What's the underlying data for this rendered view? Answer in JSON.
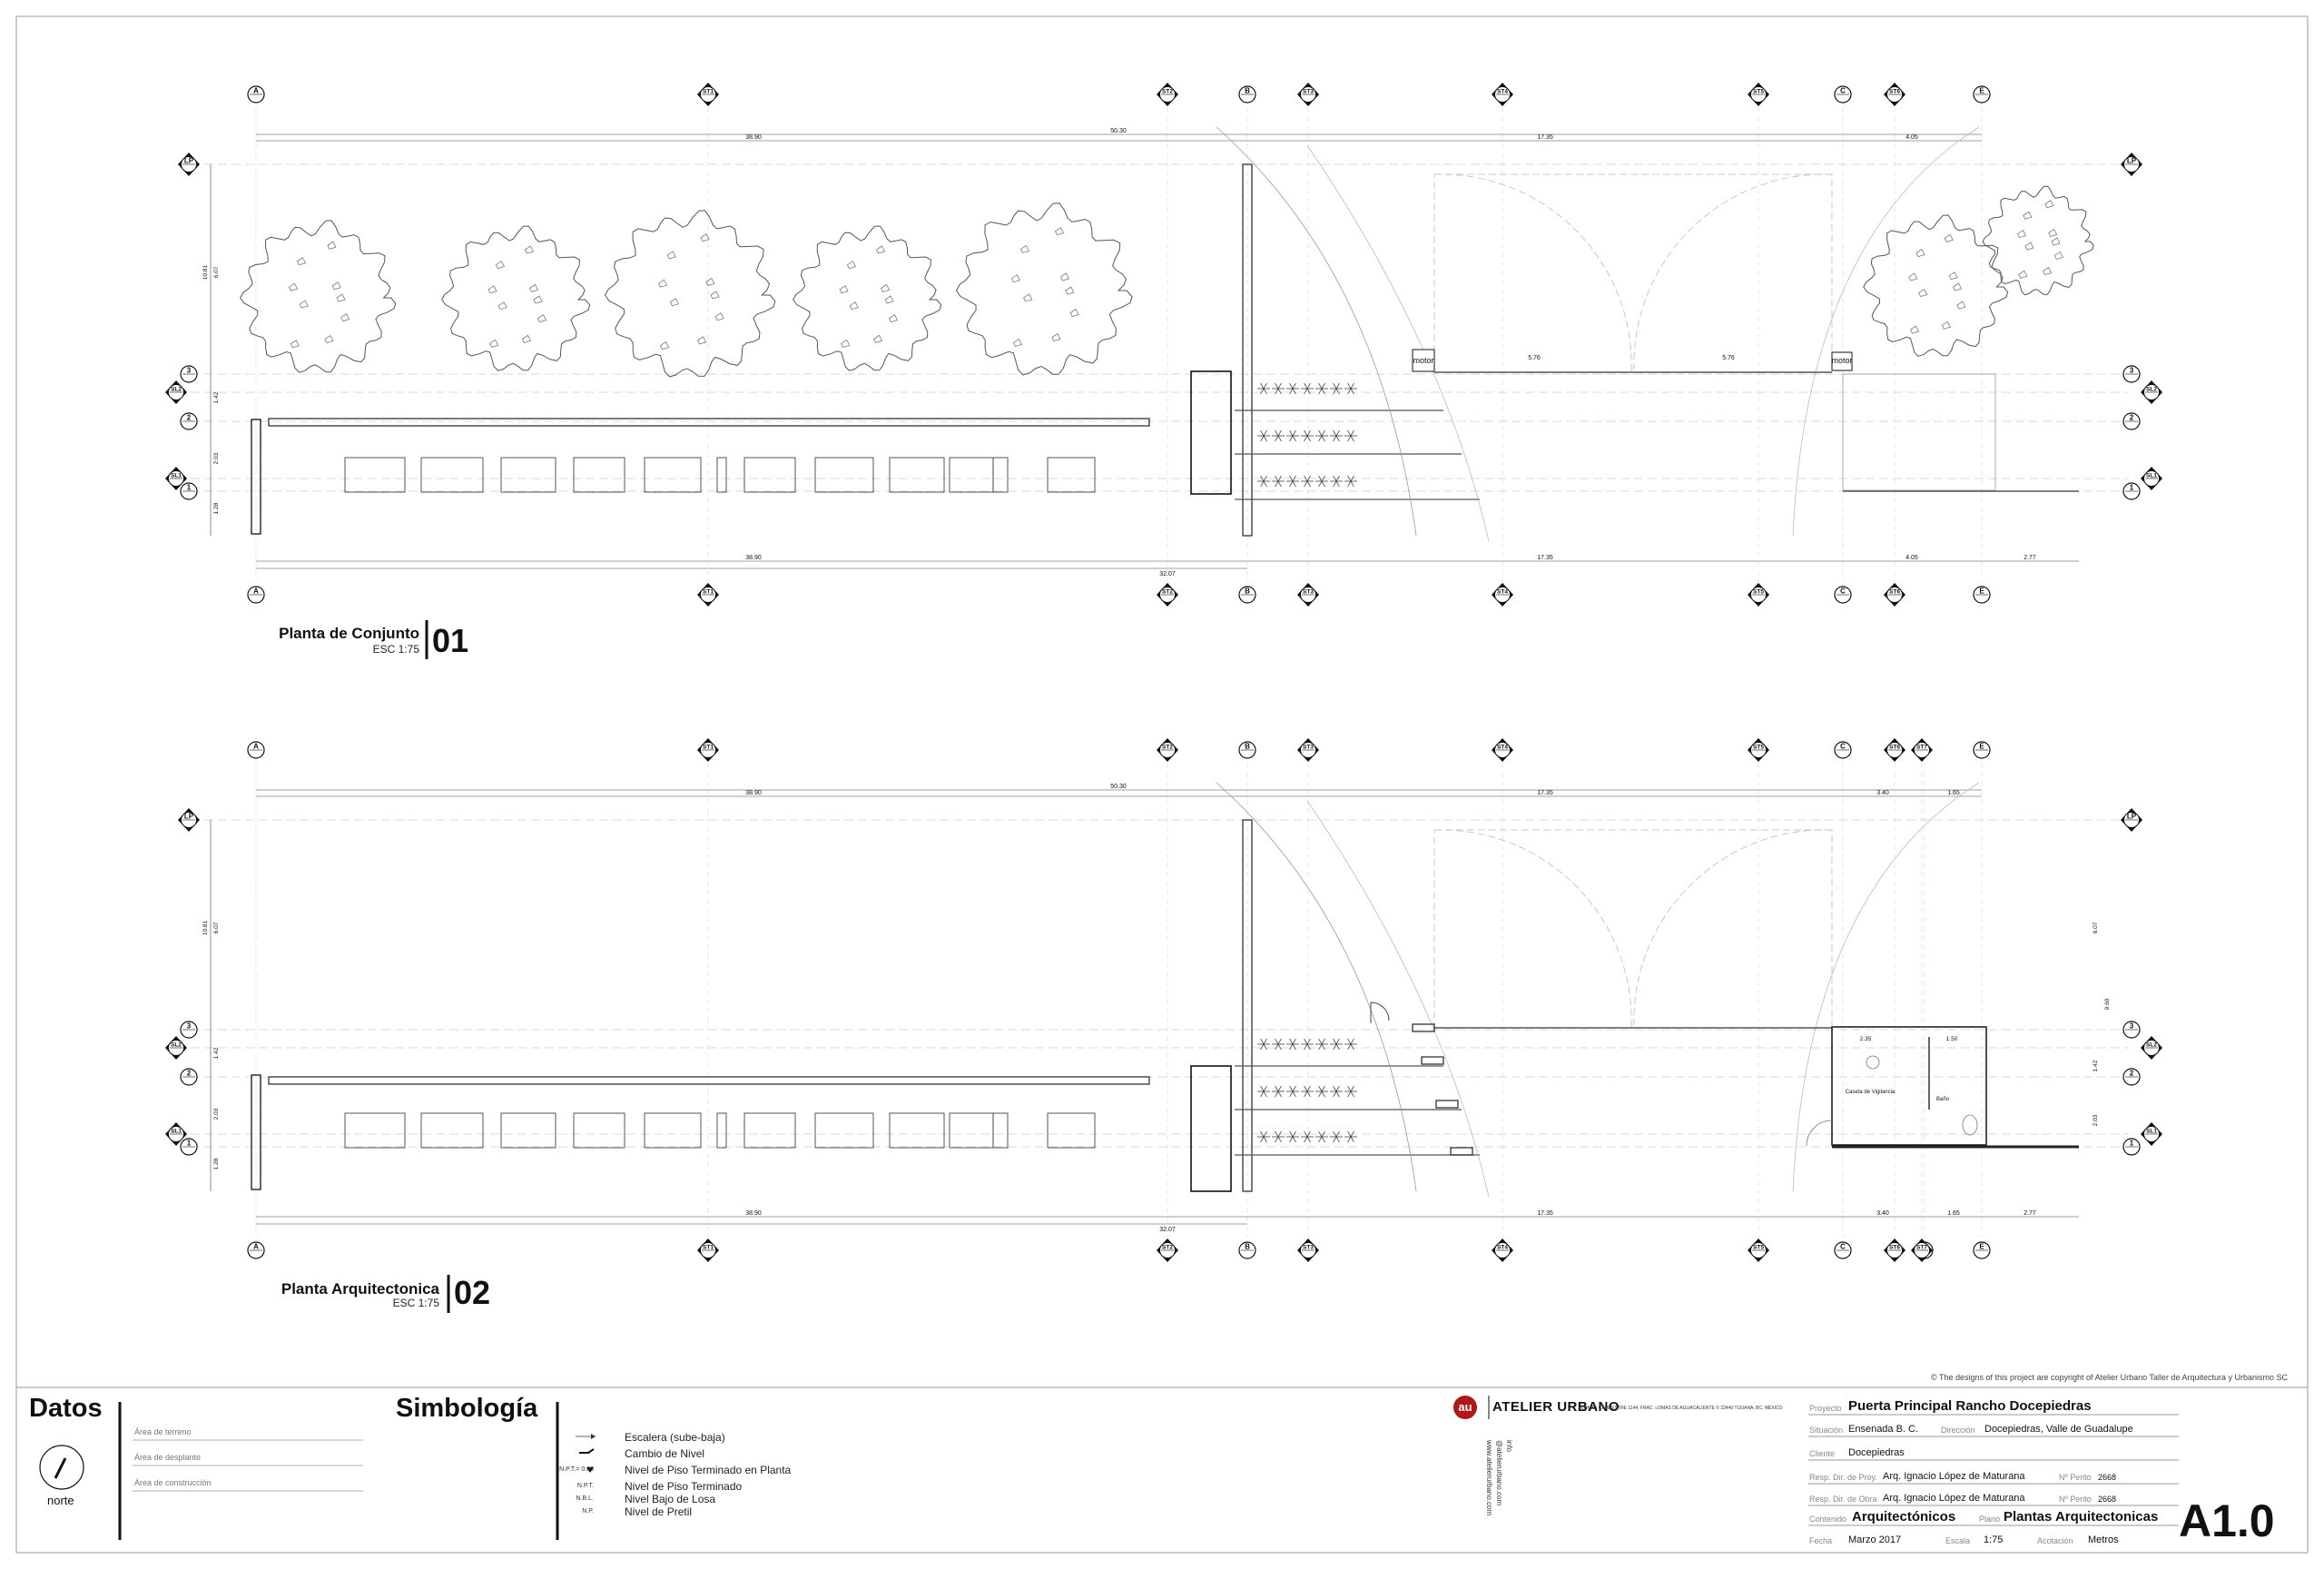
{
  "plans": [
    {
      "title": "Planta de Conjunto",
      "scale": "ESC 1:75",
      "number": "01"
    },
    {
      "title": "Planta Arquitectonica",
      "scale": "ESC 1:75",
      "number": "02"
    }
  ],
  "copyright": "© The designs of this project are copyright of Atelier Urbano Taller de Arquitectura y Urbanismo SC",
  "datos": {
    "heading": "Datos",
    "fields": [
      "Área de terreno",
      "Área de desplante",
      "Área de construcción"
    ],
    "north_label": "norte"
  },
  "simbologia": {
    "heading": "Simbología",
    "items": [
      {
        "symbol": "",
        "label": "Escalera (sube-baja)"
      },
      {
        "symbol": "",
        "label": "Cambio de Nivel"
      },
      {
        "symbol": "N.P.T.= 0.00",
        "label": "Nivel de Piso Terminado en Planta"
      },
      {
        "symbol": "N.P.T.",
        "label": "Nivel de Piso Terminado"
      },
      {
        "symbol": "N.B.L.",
        "label": "Nivel Bajo de Losa"
      },
      {
        "symbol": "N.P.",
        "label": "Nivel de Pretil"
      }
    ]
  },
  "firm": {
    "logo": "au",
    "name": "ATELIER URBANO",
    "address": "LOMAS CAMPESTRE 1144, FRAC. LOMAS DE AGUACALIENTE © 22440 TIJUANA, BC, MÉXICO",
    "contact": [
      "info",
      "@atelierurbano.com",
      "www.atelierurbano.com"
    ]
  },
  "project": {
    "proyecto_label": "Proyecto",
    "proyecto": "Puerta Principal Rancho Docepiedras",
    "situacion_label": "Situación",
    "situacion": "Ensenada B. C.",
    "direccion_label": "Dirección",
    "direccion": "Docepiedras, Valle de Guadalupe",
    "cliente_label": "Cliente",
    "cliente": "Docepiedras",
    "resp_proy_label": "Resp. Dir. de Proy.",
    "resp_proy": "Arq. Ignacio López de Maturana",
    "perito_label_1": "Nº Perito",
    "perito_1": "2668",
    "resp_obra_label": "Resp. Dir. de Obra",
    "resp_obra": "Arq. Ignacio López de Maturana",
    "perito_label_2": "Nº Perito",
    "perito_2": "2668",
    "contenido_label": "Contenido",
    "contenido": "Arquitectónicos",
    "plano_label": "Plano",
    "plano": "Plantas Arquitectonicas",
    "fecha_label": "Fecha",
    "fecha": "Marzo 2017",
    "escala_label": "Escala",
    "escala": "1:75",
    "acotacion_label": "Acotación",
    "acotacion": "Metros",
    "sheet": "A1.0"
  },
  "drawing": {
    "top_axes_plan1": [
      "A",
      "ST1",
      "ST2",
      "B",
      "ST3",
      "ST4",
      "ST5",
      "C",
      "ST6",
      "E"
    ],
    "top_axes_plan2": [
      "A",
      "ST1",
      "ST2",
      "B",
      "ST3",
      "ST4",
      "ST5",
      "C",
      "ST6",
      "ST7",
      "E"
    ],
    "bottom_axes_plan1": [
      "A",
      "ST1",
      "ST2",
      "B",
      "ST3",
      "ST4",
      "ST5",
      "C",
      "ST6",
      "E"
    ],
    "bottom_axes_plan2": [
      "A",
      "ST1",
      "ST2",
      "B",
      "ST3",
      "ST4",
      "ST5",
      "C",
      "D",
      "ST6",
      "ST7",
      "E"
    ],
    "side_axes": [
      "LP",
      "3",
      "SL2",
      "2",
      "SL1",
      "1"
    ],
    "dims_plan1_top": [
      "38.90",
      "50.30",
      "17.35",
      "4.05"
    ],
    "dims_plan1_bottom": [
      "38.90",
      "32.07",
      "17.35",
      "4.05",
      "2.77"
    ],
    "dims_plan2_top": [
      "38.90",
      "50.30",
      "17.35",
      "3.40",
      "1.65"
    ],
    "dims_plan2_bottom": [
      "38.90",
      "32.07",
      "17.35",
      "3.40",
      "1.65",
      "2.77"
    ],
    "dims_plan1_left": [
      "10.81",
      "6.07",
      "1.42",
      "2.03",
      "1.28"
    ],
    "dims_plan2_left": [
      "10.81",
      "6.07",
      "1.42",
      "2.03",
      "1.28"
    ],
    "dims_plan2_right": [
      "6.07",
      "9.60",
      "1.42",
      "2.03"
    ],
    "gate_dims": [
      "5.76",
      "5.76"
    ],
    "motor_label": "motor",
    "room_dims": [
      "2.35",
      "1.50"
    ],
    "room_labels": [
      "Caseta de Vigilancia",
      "Baño"
    ]
  }
}
